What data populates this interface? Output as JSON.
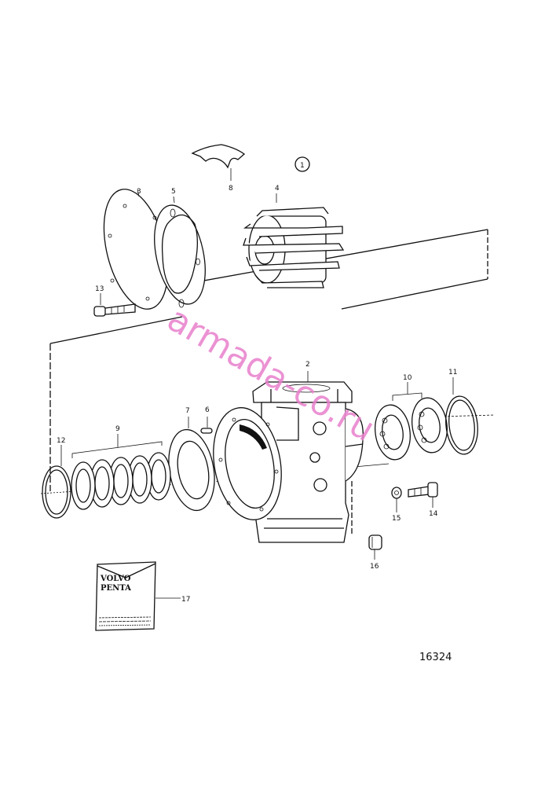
{
  "diagram": {
    "part_labels": {
      "p1": "1",
      "p2": "2",
      "p3": "3",
      "p4": "4",
      "p5": "5",
      "p6": "6",
      "p7": "7",
      "p8": "8",
      "p9": "9",
      "p10": "10",
      "p11": "11",
      "p12": "12",
      "p13": "13",
      "p14": "14",
      "p15": "15",
      "p16": "16",
      "p17": "17"
    },
    "drawing_number": "16324",
    "kit_brand_line1": "VOLVO",
    "kit_brand_line2": "PENTA",
    "watermark": "armada-co.ru"
  },
  "colors": {
    "lines": "#111111",
    "watermark": "#e87fcc",
    "background": "#ffffff"
  }
}
